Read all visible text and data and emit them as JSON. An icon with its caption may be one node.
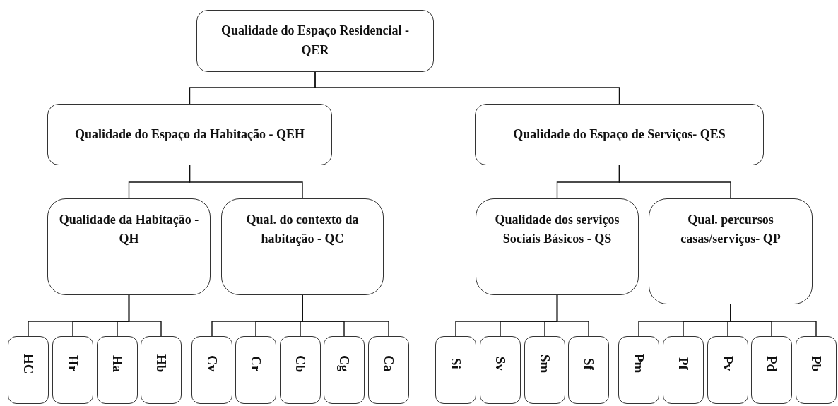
{
  "diagram": {
    "nodes": [
      {
        "text": [
          "Qualidade do Espaço Residencial - QER"
        ]
      },
      {
        "text": [
          "Qualidade do Espaço da Habitação - QEH"
        ]
      },
      {
        "text": [
          "Qualidade do Espaço de Serviços- QES"
        ]
      },
      {
        "text": [
          "Qualidade da Habitação - QH"
        ]
      },
      {
        "text": [
          "Qual. do contexto da habitação - QC"
        ]
      },
      {
        "text": [
          "Qualidade dos serviços Sociais Básicos - QS"
        ]
      },
      {
        "text": [
          "Qual. percursos casas/serviços- QP"
        ]
      },
      {
        "text": [
          "HC"
        ]
      },
      {
        "text": [
          "Hr"
        ]
      },
      {
        "text": [
          "Ha"
        ]
      },
      {
        "text": [
          "Hb"
        ]
      },
      {
        "text": [
          "Cv"
        ]
      },
      {
        "text": [
          "Cr"
        ]
      },
      {
        "text": [
          "Cb"
        ]
      },
      {
        "text": [
          "Cg"
        ]
      },
      {
        "text": [
          "Ca"
        ]
      },
      {
        "text": [
          "Si"
        ]
      },
      {
        "text": [
          "Sv"
        ]
      },
      {
        "text": [
          "Sm"
        ]
      },
      {
        "text": [
          "Sf"
        ]
      },
      {
        "text": [
          "Pm"
        ]
      },
      {
        "text": [
          "Pf"
        ]
      },
      {
        "text": [
          "Pv"
        ]
      },
      {
        "text": [
          "Pd"
        ]
      },
      {
        "text": [
          "Pb"
        ]
      }
    ],
    "edges": [
      {
        "from": 0,
        "to": 1,
        "arrow": "none"
      },
      {
        "from": 0,
        "to": 2,
        "arrow": "none"
      },
      {
        "from": 1,
        "to": 3,
        "arrow": "none"
      },
      {
        "from": 1,
        "to": 4,
        "arrow": "none"
      },
      {
        "from": 2,
        "to": 5,
        "arrow": "none"
      },
      {
        "from": 2,
        "to": 6,
        "arrow": "none"
      },
      {
        "from": 3,
        "to": 7,
        "arrow": "none"
      },
      {
        "from": 3,
        "to": 8,
        "arrow": "none"
      },
      {
        "from": 3,
        "to": 9,
        "arrow": "none"
      },
      {
        "from": 3,
        "to": 10,
        "arrow": "none"
      },
      {
        "from": 4,
        "to": 11,
        "arrow": "none"
      },
      {
        "from": 4,
        "to": 12,
        "arrow": "none"
      },
      {
        "from": 4,
        "to": 13,
        "arrow": "none"
      },
      {
        "from": 4,
        "to": 14,
        "arrow": "none"
      },
      {
        "from": 4,
        "to": 15,
        "arrow": "none"
      },
      {
        "from": 5,
        "to": 16,
        "arrow": "none"
      },
      {
        "from": 5,
        "to": 17,
        "arrow": "none"
      },
      {
        "from": 5,
        "to": 18,
        "arrow": "none"
      },
      {
        "from": 5,
        "to": 19,
        "arrow": "none"
      },
      {
        "from": 6,
        "to": 20,
        "arrow": "none"
      },
      {
        "from": 6,
        "to": 21,
        "arrow": "none"
      },
      {
        "from": 6,
        "to": 22,
        "arrow": "none"
      },
      {
        "from": 6,
        "to": 23,
        "arrow": "none"
      },
      {
        "from": 6,
        "to": 24,
        "arrow": "none"
      }
    ]
  }
}
